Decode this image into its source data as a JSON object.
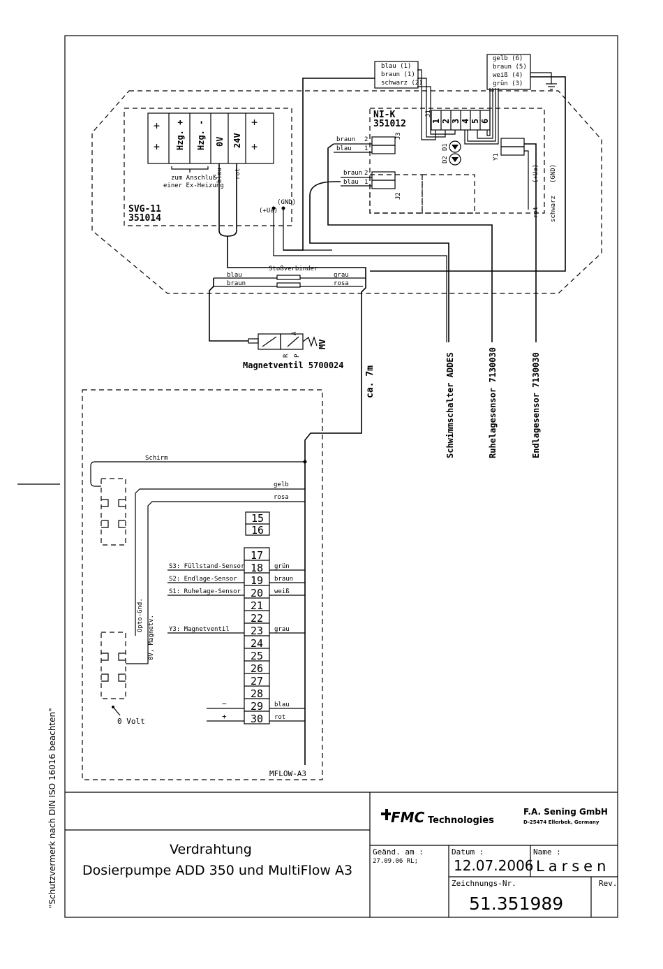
{
  "side_note": "\"Schutzvermerk nach DIN ISO 16016 beachten\"",
  "svg11": {
    "name": "SVG-11",
    "number": "351014",
    "cells": [
      "+",
      "Hzg. +",
      "Hzg. -",
      "0V",
      "24V",
      "+"
    ],
    "heating_note_1": "zum Anschluß",
    "heating_note_2": "einer Ex-Heizung",
    "wire_blau": "blau",
    "wire_rot": "rot",
    "ua_label": "(+Ua)",
    "gnd_label": "(GND)"
  },
  "nik": {
    "name": "NI-K",
    "number": "351012",
    "terminals": [
      "1",
      "2",
      "3",
      "4",
      "5",
      "6"
    ],
    "top_wires_left": [
      "blau (1)",
      "braun (1)",
      "schwarz (2)"
    ],
    "top_wires_right": [
      "gelb (6)",
      "braun (5)",
      "weiß (4)",
      "grün (3)"
    ],
    "conn1_wires": [
      "braun",
      "blau"
    ],
    "conn2_wires": [
      "braun",
      "blau"
    ],
    "pin_1": "1",
    "pin_2": "2",
    "j3": "J3",
    "j2": "J2",
    "j1": "J1",
    "y1": "Y1",
    "d1": "D1",
    "d2": "D2",
    "ua": "(+Ua)",
    "gnd": "(GND)",
    "rot": "rot",
    "schwarz": "schwarz"
  },
  "connector": {
    "label": "Stoßverbinder",
    "left_top": "blau",
    "left_bottom": "braun",
    "right_top": "grau",
    "right_bottom": "rosa"
  },
  "valve": {
    "label": "Magnetventil 5700024",
    "a": "A",
    "r": "R",
    "p": "P",
    "mv": "MV"
  },
  "cable_length": "ca. 7m",
  "sensors": [
    "Schwimmschalter ADDES",
    "Ruhelagesensor 7130030",
    "Endlagesensor 7130030"
  ],
  "mflow": {
    "name": "MFLOW-A3",
    "schirm": "Schirm",
    "gelb": "gelb",
    "rosa": "rosa",
    "opto_gnd": "Opto-Gnd.",
    "ov_magnetv": "0V, Magnetv.",
    "zero_volt": "0 Volt",
    "terminals_top": [
      "15",
      "16"
    ],
    "terminals": [
      "17",
      "18",
      "19",
      "20",
      "21",
      "22",
      "23",
      "24",
      "25",
      "26",
      "27",
      "28",
      "29",
      "30"
    ],
    "left_labels": {
      "18": "S3: Füllstand-Sensor",
      "19": "S2: Endlage-Sensor",
      "20": "S1: Ruhelage-Sensor",
      "23": "Y3: Magnetventil",
      "29": "−",
      "30": "+"
    },
    "right_labels": {
      "18": "grün",
      "19": "braun",
      "20": "weiß",
      "23": "grau",
      "29": "blau",
      "30": "rot"
    }
  },
  "title_block": {
    "title_line1": "Verdrahtung",
    "title_line2": "Dosierpumpe ADD 350 und MultiFlow A3",
    "brand_logo": "FMC",
    "brand_text": "Technologies",
    "company": "F.A. Sening GmbH",
    "company_address": "D-25474 Ellerbek, Germany",
    "changed_label": "Geänd. am :",
    "changed_value": "27.09.06 RL;",
    "date_label": "Datum :",
    "date_value": "12.07.2006",
    "name_label": "Name :",
    "name_value": "Larsen",
    "drawing_no_label": "Zeichnungs-Nr.",
    "drawing_no_value": "51.351989",
    "rev_label": "Rev."
  },
  "colors": {
    "ink": "#000000",
    "paper": "#ffffff"
  }
}
